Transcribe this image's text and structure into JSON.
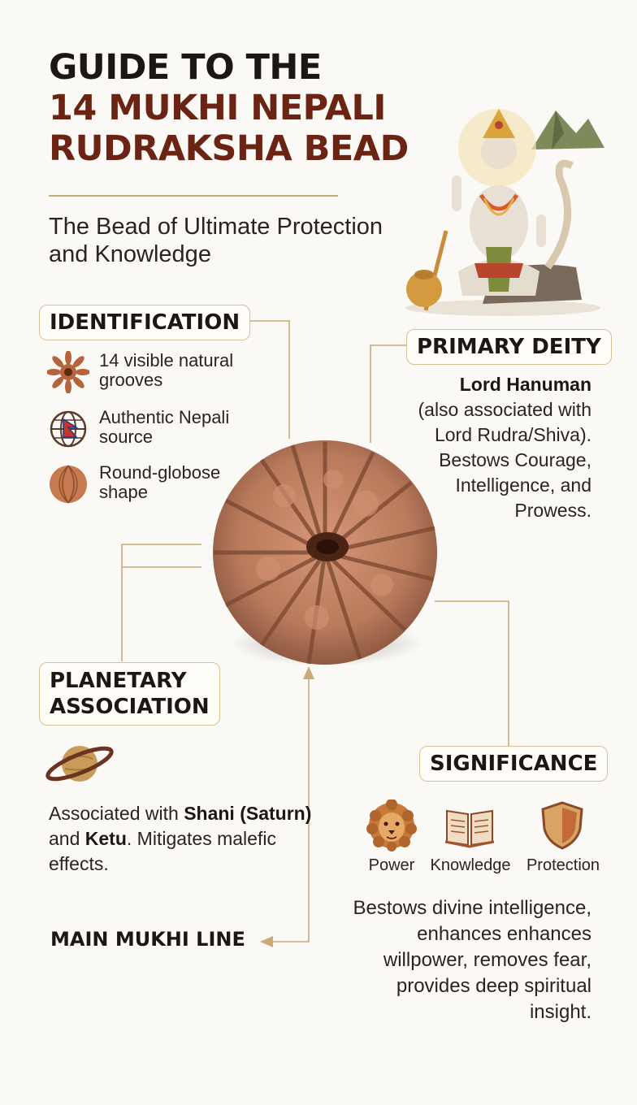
{
  "title": {
    "line1": "GUIDE TO THE",
    "line2": "14 MUKHI NEPALI",
    "line3": "RUDRAKSHA BEAD"
  },
  "subtitle": "The Bead of Ultimate Protection and Knowledge",
  "identification": {
    "heading": "IDENTIFICATION",
    "items": [
      {
        "icon": "grooves-icon",
        "text": "14 visible natural grooves"
      },
      {
        "icon": "nepal-globe-icon",
        "text": "Authentic Nepali source"
      },
      {
        "icon": "round-bead-icon",
        "text": "Round-globose shape"
      }
    ]
  },
  "primary_deity": {
    "heading": "PRIMARY DEITY",
    "name": "Lord Hanuman",
    "text": "(also associated with Lord Rudra/Shiva). Bestows Courage, Intelligence, and Prowess."
  },
  "planetary": {
    "heading_line1": "PLANETARY",
    "heading_line2": "ASSOCIATION",
    "text_prefix": "Associated with ",
    "planet1": "Shani (Saturn)",
    "text_mid": " and ",
    "planet2": "Ketu",
    "text_suffix": ". Mitigates malefic effects."
  },
  "main_mukhi_line": "MAIN MUKHI LINE",
  "significance": {
    "heading": "SIGNIFICANCE",
    "icons": [
      {
        "icon": "lion-icon",
        "label": "Power"
      },
      {
        "icon": "book-icon",
        "label": "Knowledge"
      },
      {
        "icon": "shield-icon",
        "label": "Protection"
      }
    ],
    "text": "Bestows divine intelligence, enhances enhances willpower, removes fear, provides deep spiritual insight."
  },
  "colors": {
    "title_dark": "#1c1714",
    "title_accent": "#6b2414",
    "connector": "#c7ab78",
    "bead": "#b97a5c"
  }
}
